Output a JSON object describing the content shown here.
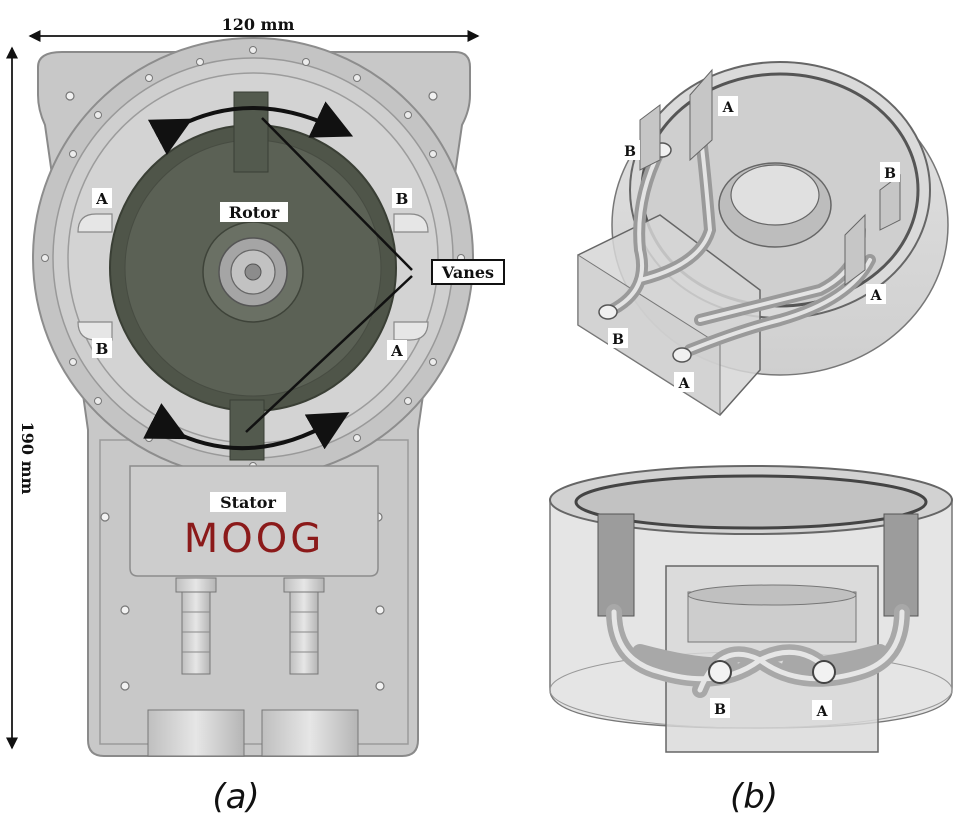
{
  "panel_a": {
    "dimension_width": "120 mm",
    "dimension_height": "190 mm",
    "rotor_label": "Rotor",
    "stator_label": "Stator",
    "vanes_label": "Vanes",
    "brand": "MOOG",
    "port_a": "A",
    "port_b": "B",
    "caption": "(a)"
  },
  "panel_b": {
    "port_a": "A",
    "port_b": "B",
    "caption": "(b)"
  },
  "colors": {
    "housing": "#c9c9c9",
    "rotor": "#4e5449",
    "brand_red": "#8b1a1a"
  }
}
